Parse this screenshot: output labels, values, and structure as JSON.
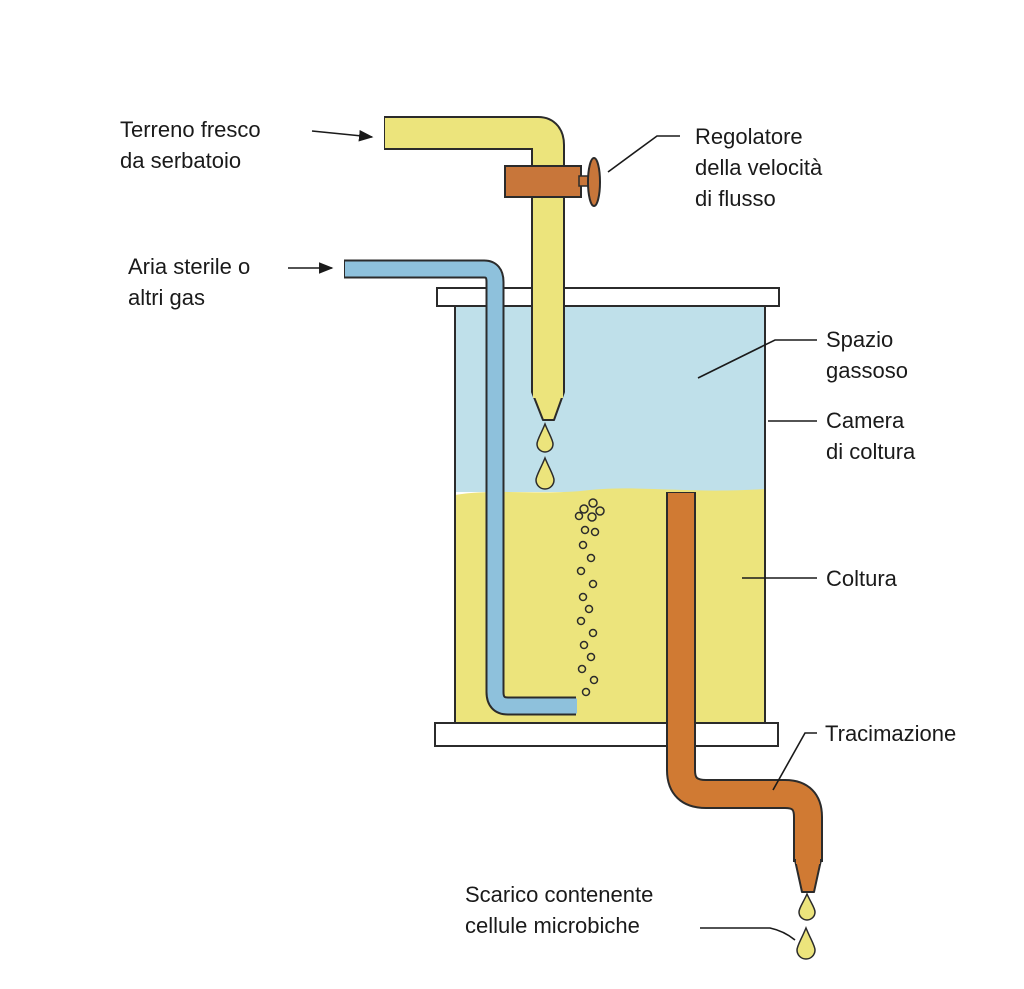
{
  "labels": {
    "fresh_medium": [
      "Terreno fresco",
      "da serbatoio"
    ],
    "flow_regulator": [
      "Regolatore",
      "della velocità",
      "di flusso"
    ],
    "air_inlet": [
      "Aria sterile o",
      "altri gas"
    ],
    "gas_space": [
      "Spazio",
      "gassoso"
    ],
    "culture_chamber": [
      "Camera",
      "di coltura"
    ],
    "culture": [
      "Coltura"
    ],
    "overflow": [
      "Tracimazione"
    ],
    "effluent": [
      "Scarico contenente",
      "cellule microbiche"
    ]
  },
  "colors": {
    "medium_yellow": "#ece47c",
    "gas_blue": "#bfe0ea",
    "air_tube_blue": "#8ec1dc",
    "overflow_orange": "#d07a33",
    "valve_orange": "#c8763a",
    "outline": "#2b2b2b",
    "plate_white": "#ffffff"
  },
  "icons": [
    "arrow-right-icon",
    "droplet-icon",
    "bubble-icon",
    "valve-knob-icon"
  ]
}
